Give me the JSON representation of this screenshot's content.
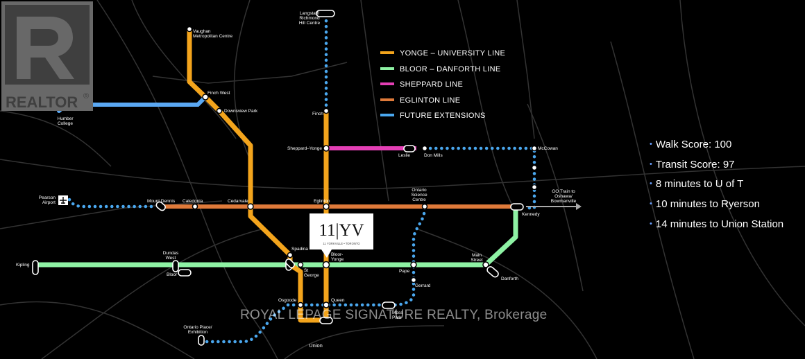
{
  "colors": {
    "yonge": "#f3a41c",
    "bloor": "#8ef2a4",
    "sheppard": "#e43fb5",
    "eglinton": "#df7a3a",
    "future": "#4aa7ee",
    "road": "#3a3a3a"
  },
  "legend": [
    {
      "label": "YONGE – UNIVERSITY LINE",
      "color": "#f3a41c"
    },
    {
      "label": "BLOOR – DANFORTH LINE",
      "color": "#8ef2a4"
    },
    {
      "label": "SHEPPARD LINE",
      "color": "#e43fb5"
    },
    {
      "label": "EGLINTON LINE",
      "color": "#df7a3a"
    },
    {
      "label": "FUTURE EXTENSIONS",
      "color": "#4aa7ee"
    }
  ],
  "stations": {
    "langstaff": [
      "Langstaff/",
      "Richmond",
      "Hill Centre"
    ],
    "vaughan": [
      "Vaughan",
      "Metropolitan Centre"
    ],
    "finch_west": "Finch West",
    "downsview": "Downsview Park",
    "humber": [
      "Humber",
      "College"
    ],
    "finch": "Finch",
    "sheppard_yonge": "Sheppard–Yonge",
    "leslie": "Leslie",
    "don_mills": "Don Mills",
    "mccowan": "McCowan",
    "pearson": [
      "Pearson",
      "Airport"
    ],
    "mount_dennis": "Mount Dennis",
    "caledonia": "Caledonia",
    "cedarvale": "Cedarvale",
    "eglinton": "Eglinton",
    "science_centre": [
      "Ontario",
      "Science",
      "Centre"
    ],
    "kennedy": "Kennedy",
    "go_train": [
      "GO Train to",
      "Oshawa/",
      "Bowmanville"
    ],
    "kipling": "Kipling",
    "dundas_west": [
      "Dundas",
      "West"
    ],
    "bloor": "Bloor",
    "spadina": "Spadina",
    "st_george": [
      "St",
      "George"
    ],
    "bloor_yonge": [
      "Bloor-",
      "Yonge"
    ],
    "pape": "Pape",
    "gerrard": "Gerrard",
    "main_street": [
      "Main",
      "Street"
    ],
    "danforth": "Danforth",
    "osgoode": "Osgoode",
    "queen": "Queen",
    "moss_park": [
      "Moss",
      "Park"
    ],
    "union": "Union",
    "ontario_place": [
      "Ontario Place/",
      "Exhibition"
    ]
  },
  "logo": {
    "main": "11|YV",
    "sub": "11 YORKVILLE • TORONTO"
  },
  "realtor": {
    "label": "REALTOR",
    "mark": "®"
  },
  "stats": [
    "Walk Score: 100",
    "Transit Score: 97",
    "8 minutes to U of T",
    "10 minutes to Ryerson",
    "14 minutes to Union Station"
  ],
  "watermark": "ROYAL LEPAGE SIGNATURE REALTY, Brokerage"
}
